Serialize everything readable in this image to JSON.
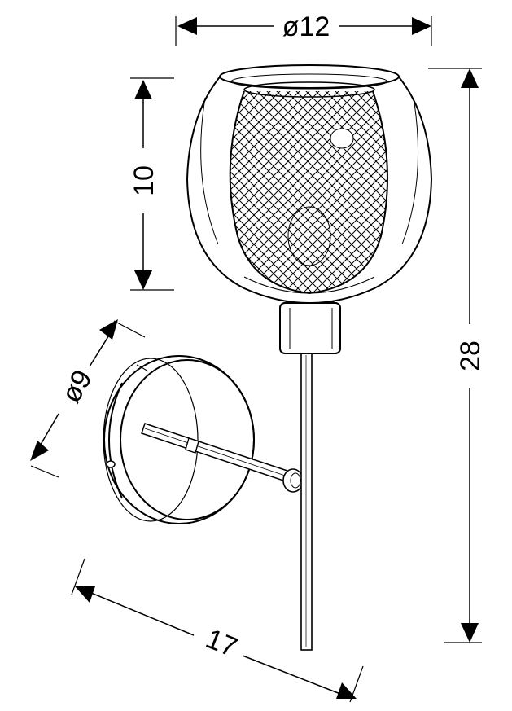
{
  "dimensions": {
    "diameter_shade": "ø12",
    "shade_height": "10",
    "total_height": "28",
    "backplate_diameter": "ø9",
    "projection": "17"
  },
  "colors": {
    "line": "#000000",
    "background": "#ffffff"
  }
}
